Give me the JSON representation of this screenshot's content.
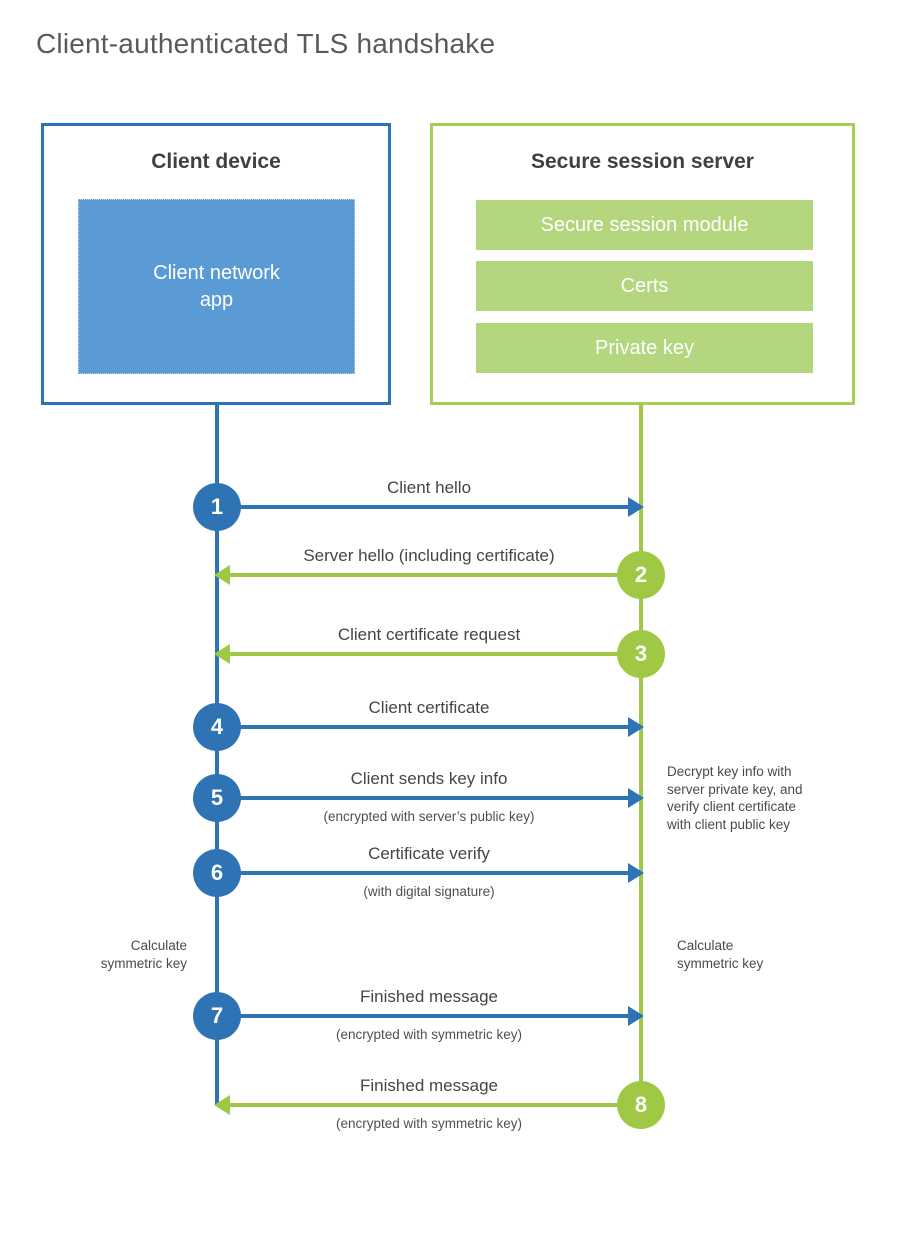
{
  "title": "Client-authenticated TLS handshake",
  "client": {
    "title": "Client device",
    "app_label": "Client network app"
  },
  "server": {
    "title": "Secure session server",
    "modules": [
      "Secure session module",
      "Certs",
      "Private key"
    ]
  },
  "steps": [
    {
      "num": "1",
      "label": "Client hello",
      "sub": "",
      "direction": "right",
      "actor": "client"
    },
    {
      "num": "2",
      "label": "Server hello (including certificate)",
      "sub": "",
      "direction": "left",
      "actor": "server"
    },
    {
      "num": "3",
      "label": "Client certificate request",
      "sub": "",
      "direction": "left",
      "actor": "server"
    },
    {
      "num": "4",
      "label": "Client certificate",
      "sub": "",
      "direction": "right",
      "actor": "client"
    },
    {
      "num": "5",
      "label": "Client sends key info",
      "sub": "(encrypted with server’s public key)",
      "direction": "right",
      "actor": "client"
    },
    {
      "num": "6",
      "label": "Certificate verify",
      "sub": "(with digital signature)",
      "direction": "right",
      "actor": "client"
    },
    {
      "num": "7",
      "label": "Finished message",
      "sub": "(encrypted with symmetric key)",
      "direction": "right",
      "actor": "client"
    },
    {
      "num": "8",
      "label": "Finished message",
      "sub": "(encrypted with symmetric key)",
      "direction": "left",
      "actor": "server"
    }
  ],
  "annotations": {
    "decrypt_note_lines": [
      "Decrypt key info with",
      "server private key, and",
      "verify client certificate",
      "with client public key"
    ],
    "calculate_left": "Calculate symmetric key",
    "calculate_right": "Calculate symmetric key"
  },
  "colors": {
    "blue_line": "#2e74b5",
    "blue_fill": "#5b9bd5",
    "green_line": "#9fc945",
    "green_border": "#a6ce56",
    "green_fill": "#b3d67f",
    "title_text": "#595a5c",
    "label_text": "#454545"
  }
}
